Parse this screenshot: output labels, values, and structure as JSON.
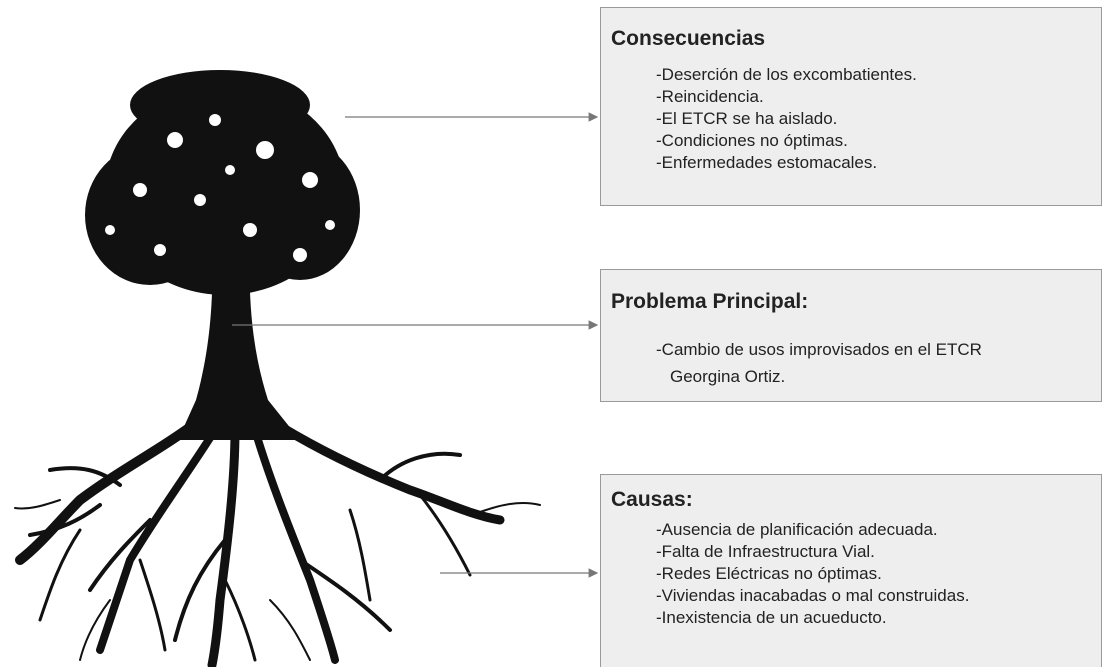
{
  "colors": {
    "box_background": "#eeeeee",
    "box_border": "#9a9a9a",
    "arrow": "#777777",
    "tree": "#111111"
  },
  "consecuencias": {
    "title": "Consecuencias",
    "items": [
      "-Deserción de los excombatientes.",
      "-Reincidencia.",
      "-El ETCR se ha aislado.",
      "-Condiciones no óptimas.",
      "-Enfermedades estomacales."
    ]
  },
  "problema": {
    "title": "Problema Principal:",
    "line1": "-Cambio de usos improvisados en el ETCR",
    "line2": "Georgina Ortiz."
  },
  "causas": {
    "title": "Causas:",
    "items": [
      "-Ausencia de planificación adecuada.",
      "-Falta de Infraestructura Vial.",
      "-Redes Eléctricas no óptimas.",
      "-Viviendas inacabadas o mal construidas.",
      "-Inexistencia de un acueducto."
    ]
  }
}
